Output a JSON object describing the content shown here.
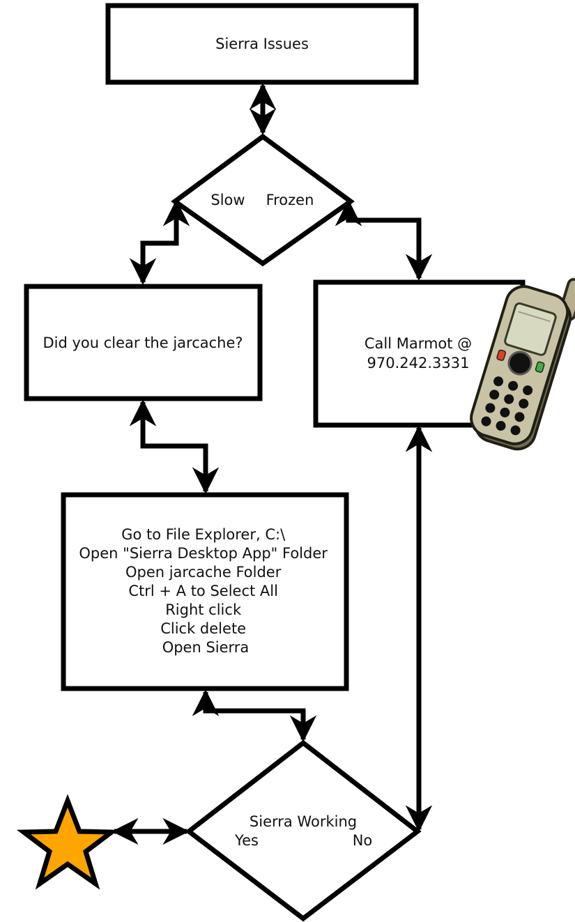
{
  "nodes": {
    "sierra_issues": {
      "label": "Sierra Issues"
    },
    "slow_frozen": {
      "left": "Slow",
      "right": "Frozen"
    },
    "jarcache_question": {
      "label": "Did you clear the jarcache?"
    },
    "call_marmot": {
      "line1": "Call Marmot @",
      "line2": "970.242.3331"
    },
    "steps": {
      "lines": [
        "Go to File Explorer, C:\\",
        "Open \"Sierra Desktop App\" Folder",
        "Open jarcache Folder",
        "Ctrl + A to Select All",
        "Right click",
        "Click delete",
        "Open Sierra"
      ]
    },
    "sierra_working": {
      "title": "Sierra Working",
      "yes": "Yes",
      "no": "No"
    }
  },
  "icons": {
    "phone": "mobile-phone-icon",
    "star": "star-icon"
  },
  "colors": {
    "stroke": "#000000",
    "star_fill": "#FFA500",
    "phone_body": "#c9c3a6",
    "phone_screen": "#d7d9c0"
  }
}
